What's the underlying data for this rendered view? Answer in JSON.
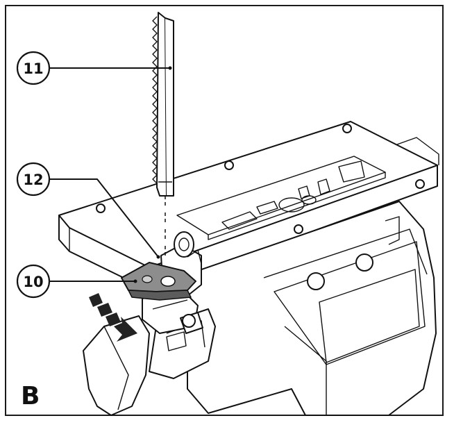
{
  "figure": {
    "letter": "B",
    "callouts": [
      {
        "number": "11",
        "target": "saw-blade"
      },
      {
        "number": "12",
        "target": "blade-clamp-lever"
      },
      {
        "number": "10",
        "target": "blade-holder"
      }
    ]
  }
}
